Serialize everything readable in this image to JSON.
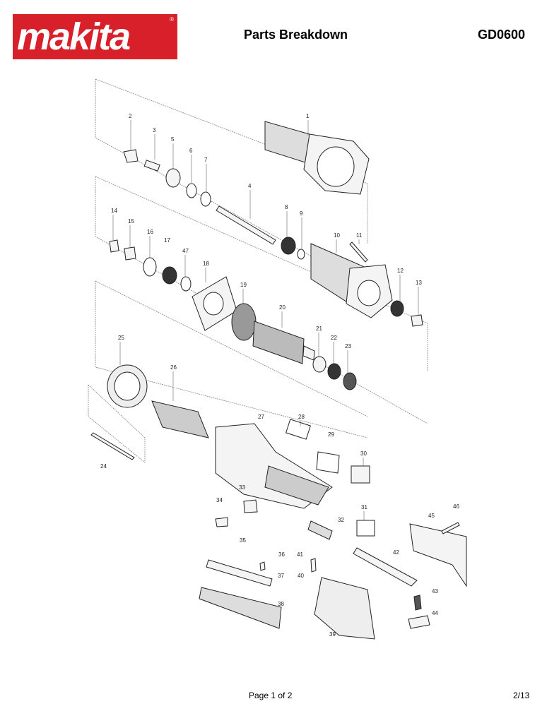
{
  "header": {
    "brand": "makita",
    "brand_color": "#d8202a",
    "title": "Parts Breakdown",
    "model": "GD0600"
  },
  "parts": [
    {
      "num": "1"
    },
    {
      "num": "2"
    },
    {
      "num": "3"
    },
    {
      "num": "5"
    },
    {
      "num": "6"
    },
    {
      "num": "7"
    },
    {
      "num": "4"
    },
    {
      "num": "8"
    },
    {
      "num": "9"
    },
    {
      "num": "10"
    },
    {
      "num": "11"
    },
    {
      "num": "12"
    },
    {
      "num": "13"
    },
    {
      "num": "14"
    },
    {
      "num": "15"
    },
    {
      "num": "16"
    },
    {
      "num": "17"
    },
    {
      "num": "47"
    },
    {
      "num": "18"
    },
    {
      "num": "19"
    },
    {
      "num": "20"
    },
    {
      "num": "21"
    },
    {
      "num": "22"
    },
    {
      "num": "23"
    },
    {
      "num": "25"
    },
    {
      "num": "26"
    },
    {
      "num": "27"
    },
    {
      "num": "28"
    },
    {
      "num": "29"
    },
    {
      "num": "30"
    },
    {
      "num": "24"
    },
    {
      "num": "33"
    },
    {
      "num": "34"
    },
    {
      "num": "35"
    },
    {
      "num": "31"
    },
    {
      "num": "32"
    },
    {
      "num": "45"
    },
    {
      "num": "46"
    },
    {
      "num": "36"
    },
    {
      "num": "41"
    },
    {
      "num": "42"
    },
    {
      "num": "40"
    },
    {
      "num": "37"
    },
    {
      "num": "38"
    },
    {
      "num": "43"
    },
    {
      "num": "44"
    },
    {
      "num": "39"
    }
  ],
  "footer": {
    "page": "Page 1 of 2",
    "count": "2/13"
  }
}
